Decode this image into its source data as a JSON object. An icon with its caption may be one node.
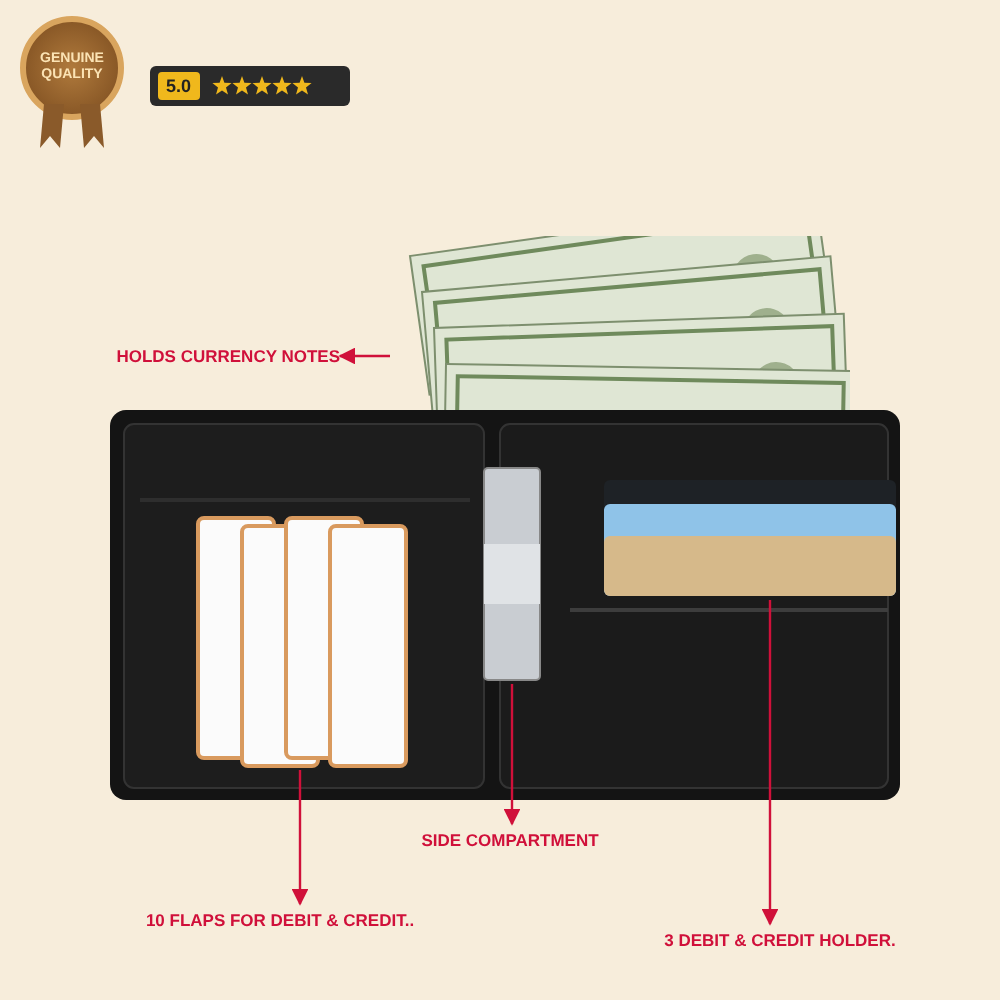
{
  "diagram": {
    "nodes": [
      {
        "text": [
          "HOLDS CURRENCY NOTES"
        ]
      },
      {
        "text": [],
        "shape": "picture"
      },
      {
        "text": [],
        "shape": "picture"
      },
      {
        "text": [],
        "shape": "picture"
      },
      {
        "text": [],
        "shape": "picture"
      },
      {
        "text": [
          "10 FLAPS FOR DEBIT & CREDIT.."
        ]
      },
      {
        "text": [
          "SIDE COMPARTMENT"
        ]
      },
      {
        "text": [
          "3 DEBIT & CREDIT HOLDER."
        ]
      }
    ],
    "edges": [
      {
        "from": 1,
        "to": 0,
        "arrow": "to"
      },
      {
        "from": 2,
        "to": 5,
        "arrow": "to"
      },
      {
        "from": 3,
        "to": 6,
        "arrow": "to"
      },
      {
        "from": 4,
        "to": 7,
        "arrow": "to"
      }
    ],
    "labels": [
      "GENUINE QUALITY",
      "5.0"
    ]
  }
}
